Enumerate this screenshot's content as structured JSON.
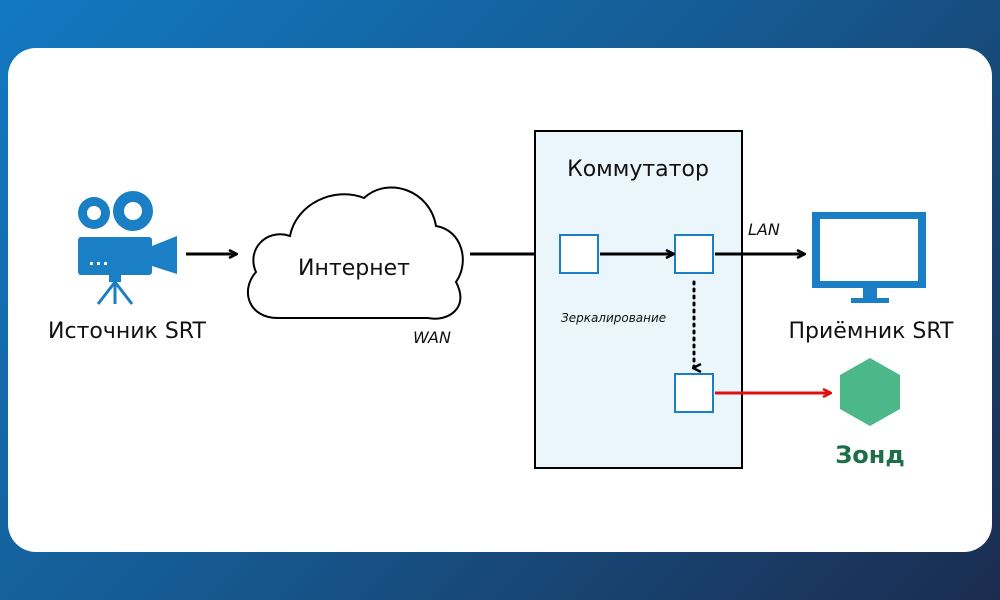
{
  "nodes": {
    "source": {
      "label": "Источник SRT"
    },
    "internet": {
      "label": "Интернет"
    },
    "switch": {
      "label": "Коммутатор"
    },
    "receiver": {
      "label": "Приёмник SRT"
    },
    "probe": {
      "label": "Зонд"
    }
  },
  "edges": {
    "wan": {
      "label": "WAN"
    },
    "lan": {
      "label": "LAN"
    },
    "mirror": {
      "label": "Зеркалирование"
    }
  },
  "colors": {
    "device_blue": "#1a7fc4",
    "switch_fill": "#eaf6fb",
    "port_stroke": "#1a7fc4",
    "probe_green": "#4cb88a",
    "probe_text": "#1e6e4c",
    "mirror_arrow": "#e01010"
  }
}
